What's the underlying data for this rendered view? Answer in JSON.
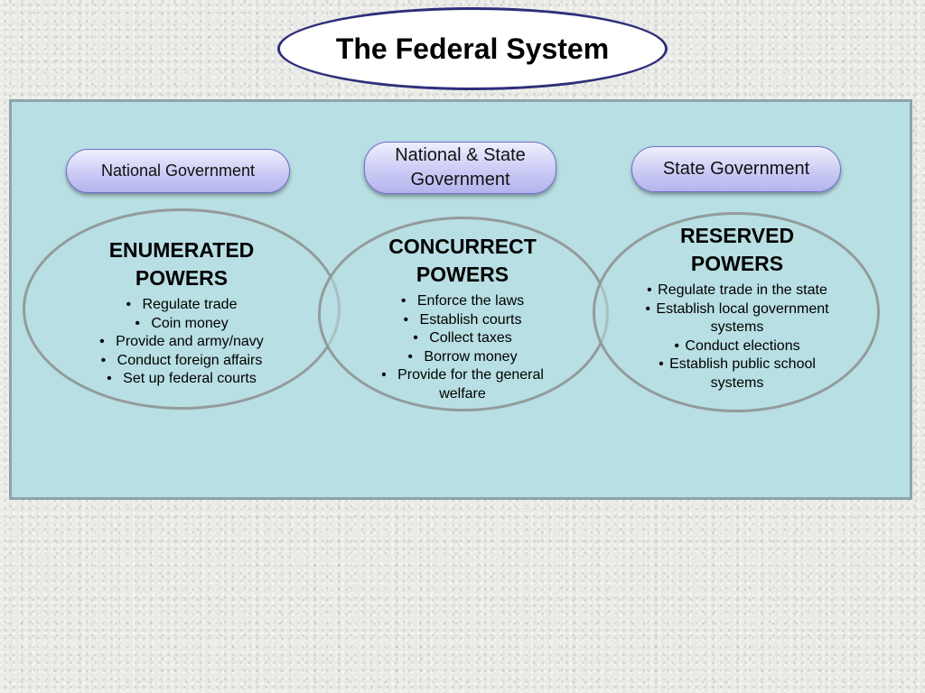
{
  "title": "The Federal System",
  "columns": [
    {
      "label": "National Government",
      "heading": "ENUMERATED POWERS",
      "items": [
        "Regulate trade",
        "Coin money",
        "Provide and army/navy",
        "Conduct foreign affairs",
        "Set up federal courts"
      ]
    },
    {
      "label": "National & State Government",
      "heading": "CONCURRECT POWERS",
      "items": [
        "Enforce the laws",
        "Establish courts",
        "Collect taxes",
        "Borrow money",
        "Provide for the general welfare"
      ]
    },
    {
      "label": "State Government",
      "heading": "RESERVED POWERS",
      "items": [
        "Regulate trade in the state",
        "Establish local government systems",
        "Conduct elections",
        "Establish public school systems"
      ]
    }
  ],
  "bullet_char": "•",
  "colors": {
    "panel": "#b8dfe3",
    "oval_border": "#939b9b",
    "title_border": "#2e2f7a",
    "pill": "#cbcbf5"
  }
}
